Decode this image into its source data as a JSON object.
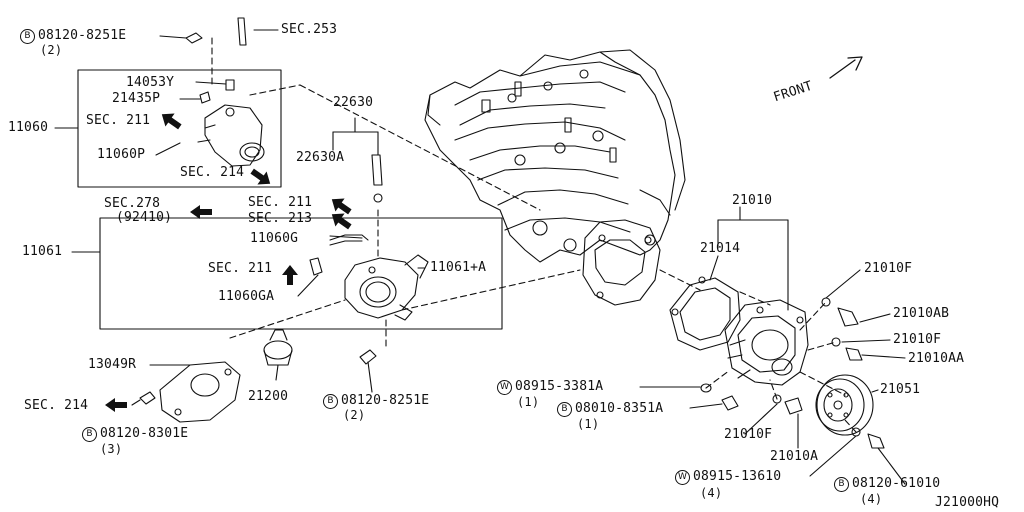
{
  "diagram_code": "J21000HQ",
  "front_label": "FRONT",
  "labels": {
    "p08120_8251E_top": "08120-8251E",
    "q2_top": "(2)",
    "sec253": "SEC.253",
    "p14053Y": "14053Y",
    "p21435P": "21435P",
    "p11060": "11060",
    "sec211_a": "SEC. 211",
    "p11060P": "11060P",
    "sec214_a": "SEC. 214",
    "p22630": "22630",
    "p22630A": "22630A",
    "sec278": "SEC.278",
    "p92410": "(92410)",
    "sec211_b": "SEC. 211",
    "sec213": "SEC. 213",
    "p11060G": "11060G",
    "p11061": "11061",
    "sec211_c": "SEC. 211",
    "p11061A": "11061+A",
    "p11060GA": "11060GA",
    "p13049R": "13049R",
    "p21200": "21200",
    "p08120_8251E_bot": "08120-8251E",
    "q2_bot": "(2)",
    "sec214_b": "SEC. 214",
    "p08120_8301E": "08120-8301E",
    "q3": "(3)",
    "p21010": "21010",
    "p21014": "21014",
    "p21010F_a": "21010F",
    "p21010AB": "21010AB",
    "p21010F_b": "21010F",
    "p21010AA": "21010AA",
    "p08915_3381A": "08915-3381A",
    "q1_a": "(1)",
    "p08010_8351A": "08010-8351A",
    "q1_b": "(1)",
    "p21010F_c": "21010F",
    "p21010A": "21010A",
    "p21051": "21051",
    "p08915_13610": "08915-13610",
    "q4_a": "(4)",
    "p08120_61010": "08120-61010",
    "q4_b": "(4)"
  },
  "prefix_symbols": {
    "bolt": "B",
    "washer": "W"
  }
}
